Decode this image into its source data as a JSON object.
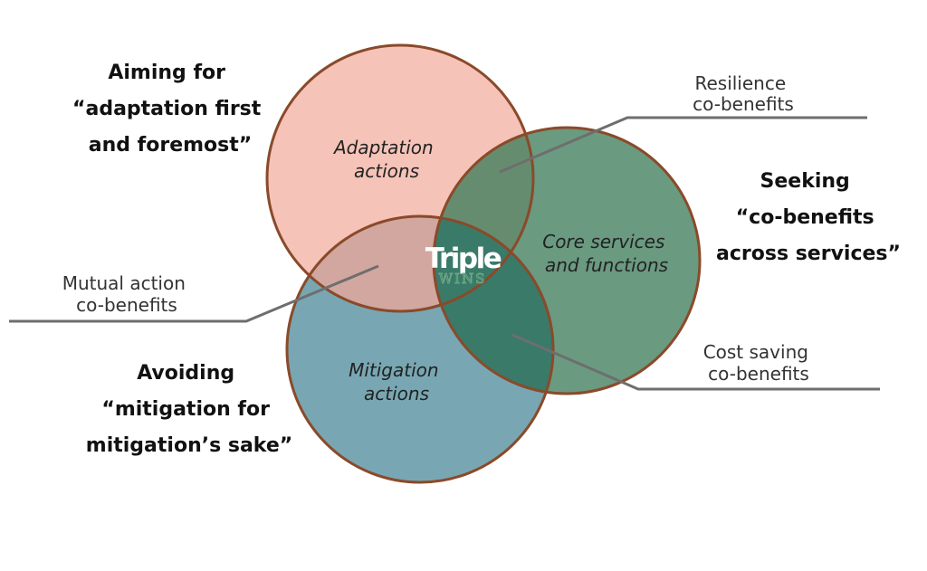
{
  "colors": {
    "adaptation_fill": "#f6c3b8",
    "core_fill": "#6a9a80",
    "mitigation_fill": "#78a7b3",
    "overlap_adapt_mitig": "#d1a7a0",
    "overlap_adapt_core": "#668c6f",
    "overlap_core_mitig": "#3a7a68",
    "circle_outline": "#8a4a2a",
    "callout_line": "#6e6e6e"
  },
  "circles": {
    "adaptation": {
      "line1": "Adaptation",
      "line2": "actions"
    },
    "core": {
      "line1": "Core services",
      "line2": "and functions"
    },
    "mitigation": {
      "line1": "Mitigation",
      "line2": "actions"
    }
  },
  "center": {
    "title": "Triple",
    "subtitle": "WINS"
  },
  "goals": {
    "adaptation": {
      "line1": "Aiming for",
      "line2": "“adaptation first",
      "line3": "and foremost”"
    },
    "core": {
      "line1": "Seeking",
      "line2": "“co-benefits",
      "line3": "across services”"
    },
    "mitigation": {
      "line1": "Avoiding",
      "line2": "“mitigation for",
      "line3": "mitigation’s sake”"
    }
  },
  "callouts": {
    "resilience": {
      "line1": "Resilience",
      "line2": "co-benefits"
    },
    "mutual": {
      "line1": "Mutual action",
      "line2": "co-benefits"
    },
    "cost": {
      "line1": "Cost saving",
      "line2": "co-benefits"
    }
  }
}
